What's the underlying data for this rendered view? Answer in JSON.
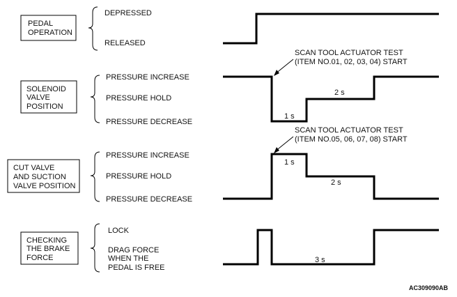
{
  "rows": [
    {
      "box_lines": [
        "PEDAL",
        "OPERATION"
      ],
      "levels": [
        "DEPRESSED",
        "RELEASED"
      ]
    },
    {
      "box_lines": [
        "SOLENOID",
        "VALVE",
        "POSITION"
      ],
      "levels": [
        "PRESSURE INCREASE",
        "PRESSURE HOLD",
        "PRESSURE DECREASE"
      ],
      "annotation": [
        "SCAN TOOL ACTUATOR TEST",
        "(ITEM NO.01, 02, 03, 04) START"
      ],
      "durations": [
        "1 s",
        "2 s"
      ]
    },
    {
      "box_lines": [
        "CUT VALVE",
        "AND SUCTION",
        "VALVE POSITION"
      ],
      "levels": [
        "PRESSURE INCREASE",
        "PRESSURE HOLD",
        "PRESSURE DECREASE"
      ],
      "annotation": [
        "SCAN TOOL ACTUATOR TEST",
        "(ITEM NO.05, 06, 07, 08) START"
      ],
      "durations": [
        "1 s",
        "2 s"
      ]
    },
    {
      "box_lines": [
        "CHECKING",
        "THE BRAKE",
        "FORCE"
      ],
      "levels": [
        "LOCK",
        "DRAG FORCE",
        "WHEN THE",
        "PEDAL IS FREE"
      ],
      "durations": [
        "3 s"
      ]
    }
  ],
  "figure_code": "AC309090AB"
}
